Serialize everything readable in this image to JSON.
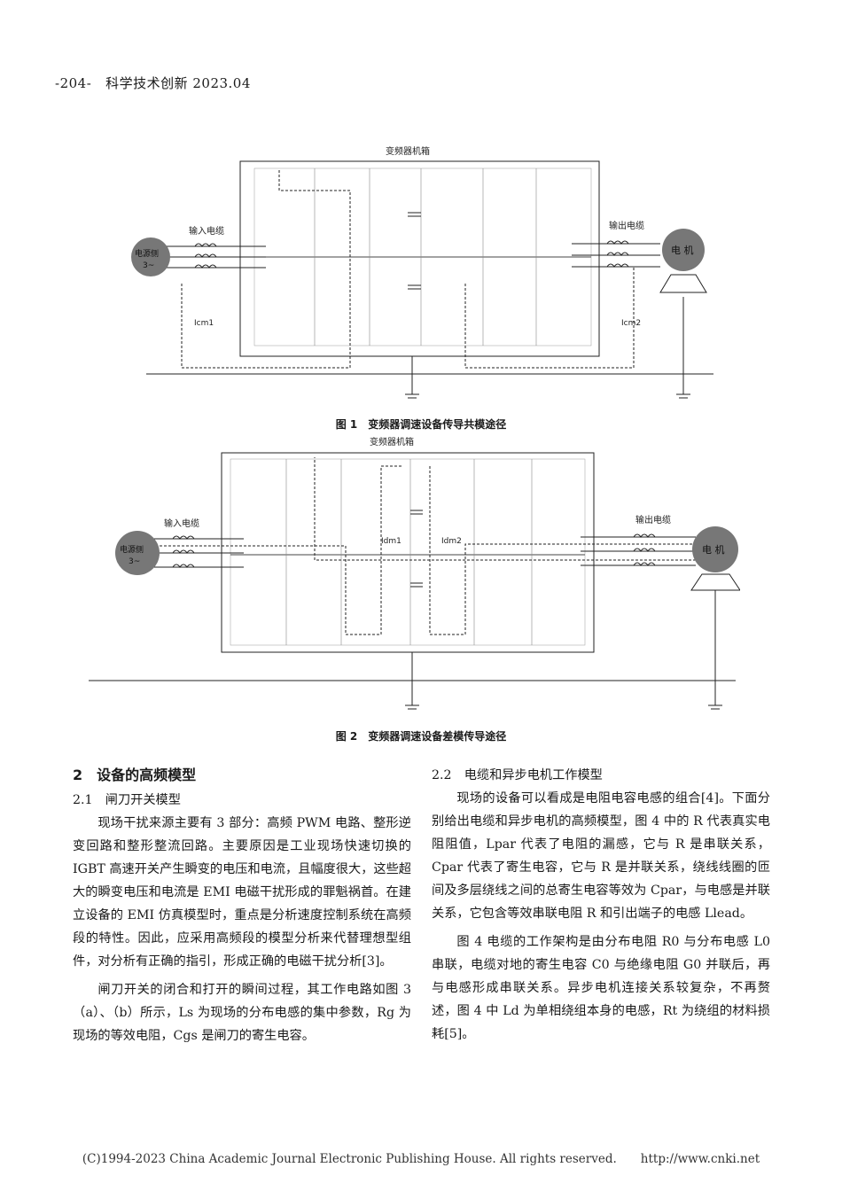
{
  "header": {
    "page": "-204-",
    "journal": "科学技术创新 2023.04"
  },
  "figure1": {
    "box_label": "变频器机箱",
    "input_cable": "输入电缆",
    "output_cable": "输出电缆",
    "source_line1": "电源侧",
    "source_line2": "3~",
    "motor": "电 机",
    "icm1": "Icm1",
    "icm2": "Icm2",
    "caption": "图 1　变频器调速设备传导共模途径"
  },
  "figure2": {
    "box_label": "变频器机箱",
    "input_cable": "输入电缆",
    "output_cable": "输出电缆",
    "source_line1": "电源侧",
    "source_line2": "3~",
    "motor": "电 机",
    "idm1": "Idm1",
    "idm2": "Idm2",
    "caption": "图 2　变频器调速设备差模传导途径"
  },
  "left_col": {
    "section_title": "2　设备的高频模型",
    "subsection": "2.1　闸刀开关模型",
    "p1": "现场干扰来源主要有 3 部分：高频 PWM 电路、整形逆变回路和整形整流回路。主要原因是工业现场快速切换的 IGBT 高速开关产生瞬变的电压和电流，且幅度很大，这些超大的瞬变电压和电流是 EMI 电磁干扰形成的罪魁祸首。在建立设备的 EMI 仿真模型时，重点是分析速度控制系统在高频段的特性。因此，应采用高频段的模型分析来代替理想型组件，对分析有正确的指引，形成正确的电磁干扰分析[3]。",
    "p2": "闸刀开关的闭合和打开的瞬间过程，其工作电路如图 3（a）、（b）所示，Ls 为现场的分布电感的集中参数，Rg 为现场的等效电阻，Cgs 是闸刀的寄生电容。"
  },
  "right_col": {
    "subsection": "2.2　电缆和异步电机工作模型",
    "p1": "现场的设备可以看成是电阻电容电感的组合[4]。下面分别给出电缆和异步电机的高频模型，图 4 中的 R 代表真实电阻阻值，Lpar 代表了电阻的漏感，它与 R 是串联关系，Cpar 代表了寄生电容，它与 R 是并联关系，绕线线圈的匝间及多层绕线之间的总寄生电容等效为 Cpar，与电感是并联关系，它包含等效串联电阻 R 和引出端子的电感 Llead。",
    "p2": "图 4 电缆的工作架构是由分布电阻 R0 与分布电感 L0 串联，电缆对地的寄生电容 C0 与绝缘电阻 G0 并联后，再与电感形成串联关系。异步电机连接关系较复杂，不再赘述，图 4 中 Ld 为单相绕组本身的电感，Rt 为绕组的材料损耗[5]。"
  },
  "footer": "(C)1994-2023 China Academic Journal Electronic Publishing House. All rights reserved.　　http://www.cnki.net"
}
